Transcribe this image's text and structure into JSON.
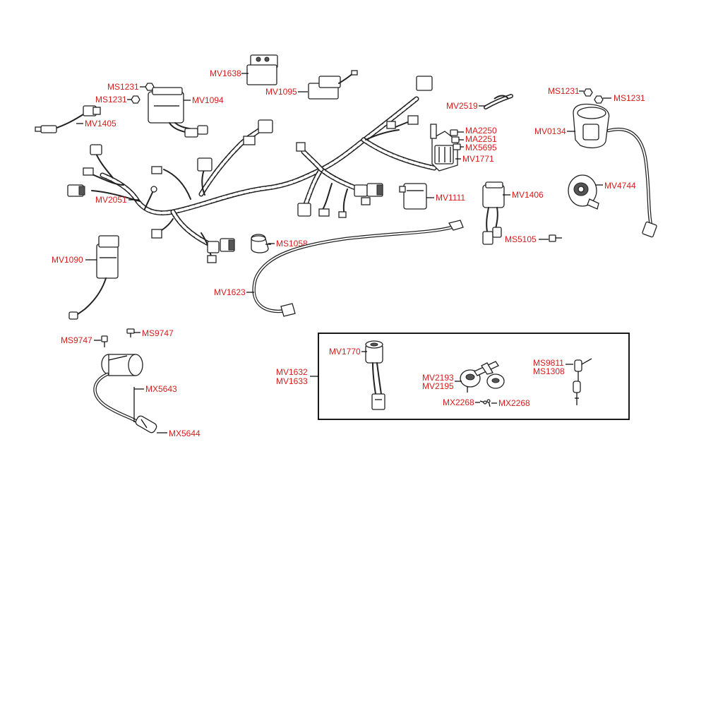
{
  "diagram": {
    "colors": {
      "label": "#d61c1c",
      "line": "#222222",
      "background": "#ffffff"
    },
    "labels": {
      "mv1638": "MV1638",
      "mv1095": "MV1095",
      "ms1231_a": "MS1231",
      "ms1231_b": "MS1231",
      "mv1094": "MV1094",
      "mv1405": "MV1405",
      "mv2519": "MV2519",
      "ms1231_c": "MS1231",
      "ms1231_d": "MS1231",
      "mv0134": "MV0134",
      "ma2250": "MA2250",
      "ma2251": "MA2251",
      "mx5695": "MX5695",
      "mv1771": "MV1771",
      "mv2051": "MV2051",
      "mv1111": "MV1111",
      "mv1406": "MV1406",
      "mv4744": "MV4744",
      "ms5105": "MS5105",
      "ms1058": "MS1058",
      "mv1090": "MV1090",
      "mv1623": "MV1623",
      "ms9747_a": "MS9747",
      "ms9747_b": "MS9747",
      "mx5643": "MX5643",
      "mx5644": "MX5644",
      "mv1632": "MV1632",
      "mv1633": "MV1633",
      "mv1770": "MV1770",
      "mv2193": "MV2193",
      "mv2195": "MV2195",
      "mx2268_a": "MX2268",
      "mx2268_b": "MX2268",
      "ms9811": "MS9811",
      "ms1308": "MS1308"
    }
  }
}
